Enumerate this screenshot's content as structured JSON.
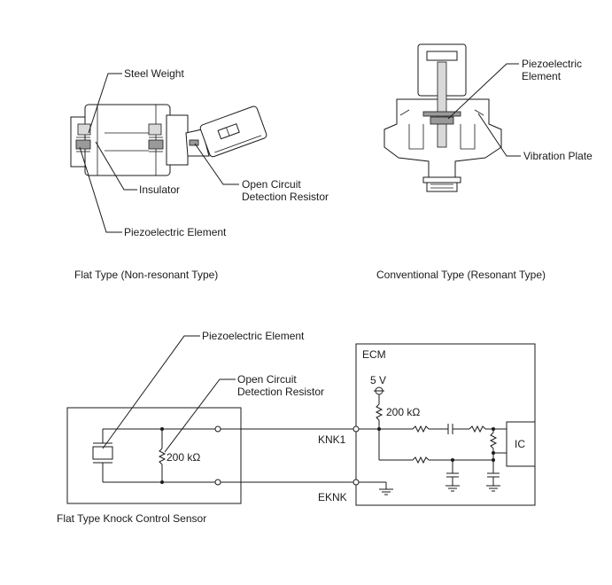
{
  "flat_type": {
    "caption": "Flat Type (Non-resonant Type)",
    "labels": {
      "steel_weight": "Steel Weight",
      "insulator": "Insulator",
      "piezoelectric_element": "Piezoelectric Element",
      "open_circuit_line1": "Open Circuit",
      "open_circuit_line2": "Detection Resistor"
    }
  },
  "conventional_type": {
    "caption": "Conventional Type (Resonant Type)",
    "labels": {
      "piezo_line1": "Piezoelectric",
      "piezo_line2": "Element",
      "vibration_plate": "Vibration Plate"
    }
  },
  "circuit": {
    "piezoelectric_element": "Piezoelectric Element",
    "open_circuit_line1": "Open Circuit",
    "open_circuit_line2": "Detection Resistor",
    "sensor_resistor": "200 kΩ",
    "ecm": "ECM",
    "supply": "5 V",
    "pullup_resistor": "200 kΩ",
    "knk1": "KNK1",
    "eknk": "EKNK",
    "ic": "IC",
    "sensor_caption": "Flat Type Knock Control Sensor"
  }
}
